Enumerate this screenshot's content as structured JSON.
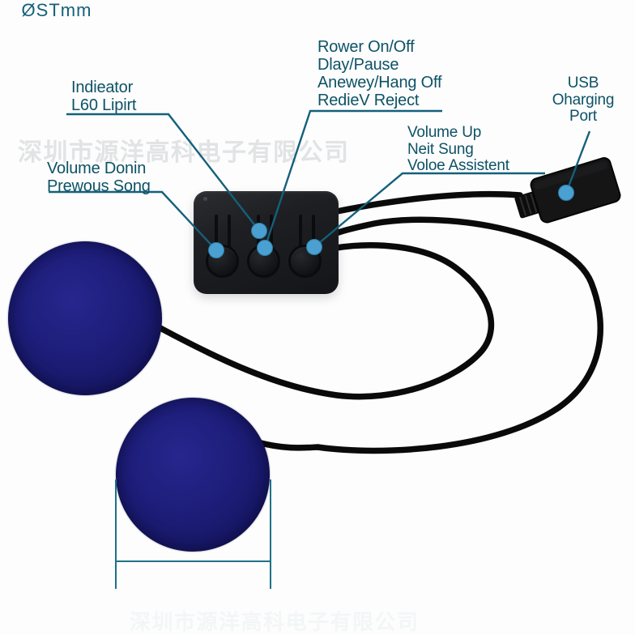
{
  "annotations": {
    "indicator": {
      "text": "Indieator\nL60 Lipirt"
    },
    "power": {
      "text": "Rower On/Off\nDlay/Pause\nAnewey/Hang Off\nRedieV Reject"
    },
    "volume_down": {
      "text": "Volume Donin\nPrewous Song"
    },
    "volume_up": {
      "text": "Volume Up\nNeit Sung\nVoloe Assistent"
    },
    "usb": {
      "text": "USB\nOharging\nPort"
    }
  },
  "dimension": {
    "label": "ØSTmm"
  },
  "watermark": {
    "text": "深圳市源洋高科电子有限公司"
  },
  "colors": {
    "annotation_line": "#14607a",
    "annotation_text": "#0d5266",
    "pointer_dot": "#49a0d1",
    "speaker_navy": "#1d1d79",
    "device_black": "#1b1c1f",
    "cable_black": "#0a0a0a",
    "dimension_teal": "#1d7288",
    "watermark_gray": "#e1e3e4"
  }
}
